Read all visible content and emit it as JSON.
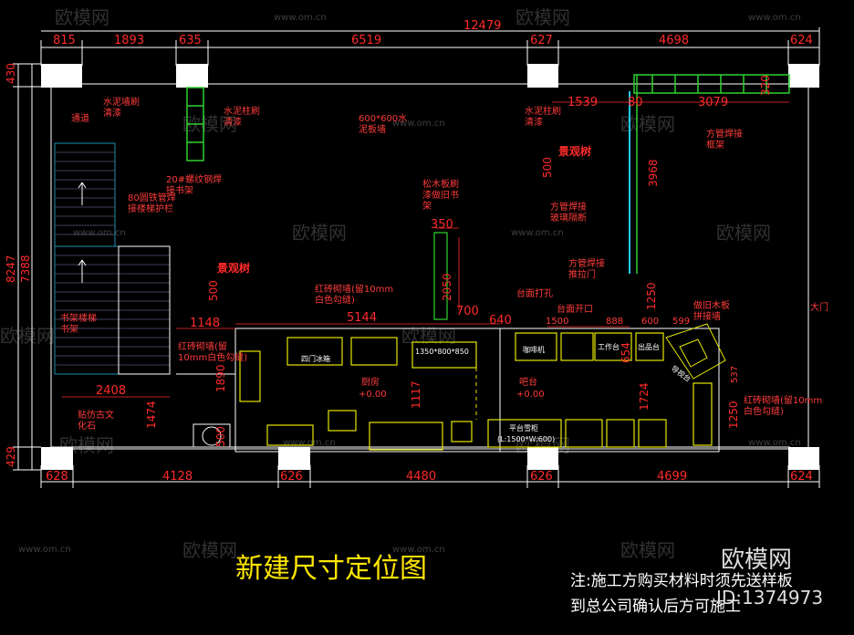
{
  "title": "新建尺寸定位图",
  "footnote": {
    "line1": "注:施工方购买材料时须先送样板",
    "line2": "到总公司确认后方可施工"
  },
  "brand": {
    "name": "欧模网",
    "id": "ID:1374973"
  },
  "watermark": {
    "text": "欧模网",
    "url": "www.om.cn"
  },
  "dims": {
    "top": [
      "815",
      "1893",
      "635",
      "6519",
      "627",
      "4698",
      "624"
    ],
    "top_total": "12479",
    "bottom": [
      "628",
      "4128",
      "626",
      "4480",
      "626",
      "4699",
      "624"
    ],
    "left": [
      "430",
      "8247",
      "7388",
      "429"
    ]
  },
  "rooms": {
    "kitchen": "厨房",
    "kitchen_level": "+0.00",
    "bar": "吧台",
    "bar_level": "+0.00",
    "entrance": "大门"
  },
  "notes": {
    "cement_wall": "水泥墙刷\n清漆",
    "cement_column": "水泥柱刷\n清漆",
    "cement_column2": "水泥柱刷\n清漆",
    "concrete_board": "600*600水\n泥板墙",
    "passage": "通道",
    "steel_shelf": "20#螺纹钢焊\n接书架",
    "stair_rail": "80圆铁管焊\n接楼梯护栏",
    "landscape_tree1": "景观树",
    "landscape_tree2": "景观树",
    "pine_shelf": "松木板刷\n漆做旧书\n架",
    "square_pipe_frame": "方管焊接\n框架",
    "glass_partition": "方管焊接\n玻璃隔断",
    "pull_door": "方管焊接\n推拉门",
    "brick_wall1": "红砖砌墙(留10mm\n白色勾缝)",
    "brick_wall2": "红砖砌墙(留\n10mm白色勾缝)",
    "brick_wall3": "红砖砌墙(留10mm\n白色勾缝)",
    "old_wood": "做旧木板\n拼接墙",
    "counter_hole": "台面打孔",
    "counter_open": "台面开口",
    "antique_stone": "贴仿古文\n化石",
    "bookshelf_sofa": "书架楼梯\n书架"
  },
  "inner_labels": {
    "fridge": "四门冰箱",
    "counter1": "1350*800*850",
    "workbench": "工作台",
    "cashier": "出品台",
    "worktable": "平台雪柜",
    "worktable_size": "(L:1500*W:600)",
    "coffee": "咖啡机",
    "reception": "导视台"
  },
  "misc_dims": [
    "1539",
    "80",
    "3079",
    "320",
    "3968",
    "500",
    "500",
    "350",
    "2050",
    "700",
    "640",
    "1148",
    "5144",
    "1500",
    "888",
    "600",
    "599",
    "654",
    "1250",
    "1724",
    "1117",
    "1890",
    "2408",
    "1474",
    "500",
    "537",
    "1250"
  ]
}
